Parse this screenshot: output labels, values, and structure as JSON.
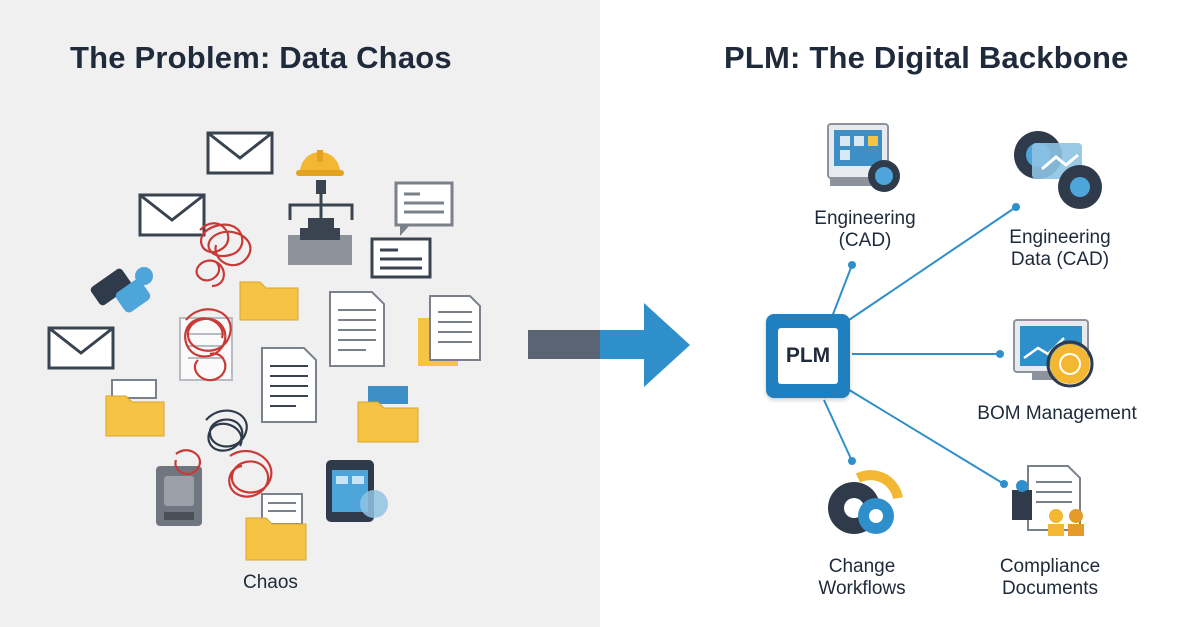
{
  "left_panel": {
    "title": "The Problem: Data Chaos",
    "chaos_label": "Chaos"
  },
  "right_panel": {
    "title": "PLM: The Digital Backbone",
    "hub_label": "PLM",
    "nodes": [
      {
        "line1": "Engineering",
        "line2": "(CAD)"
      },
      {
        "line1": "Engineering",
        "line2": "Data (CAD)"
      },
      {
        "line1": "BOM Management",
        "line2": ""
      },
      {
        "line1": "Change",
        "line2": "Workflows"
      },
      {
        "line1": "Compliance",
        "line2": "Documents"
      }
    ]
  },
  "colors": {
    "left_bg": "#f0f0f1",
    "accent_blue": "#2f8fca",
    "hub_blue": "#1f7fbf",
    "folder_yellow": "#f6c445",
    "chaos_red": "#c93a36",
    "text_dark": "#1f2a3a"
  },
  "icons": [
    "envelope-icon",
    "hard-hat-icon",
    "org-chart-icon",
    "document-icon",
    "folder-icon",
    "tangled-wire-icon",
    "hard-drive-icon",
    "tablet-icon",
    "arrow-icon",
    "monitor-icon",
    "gear-icon",
    "people-icon",
    "engineer-icon"
  ]
}
